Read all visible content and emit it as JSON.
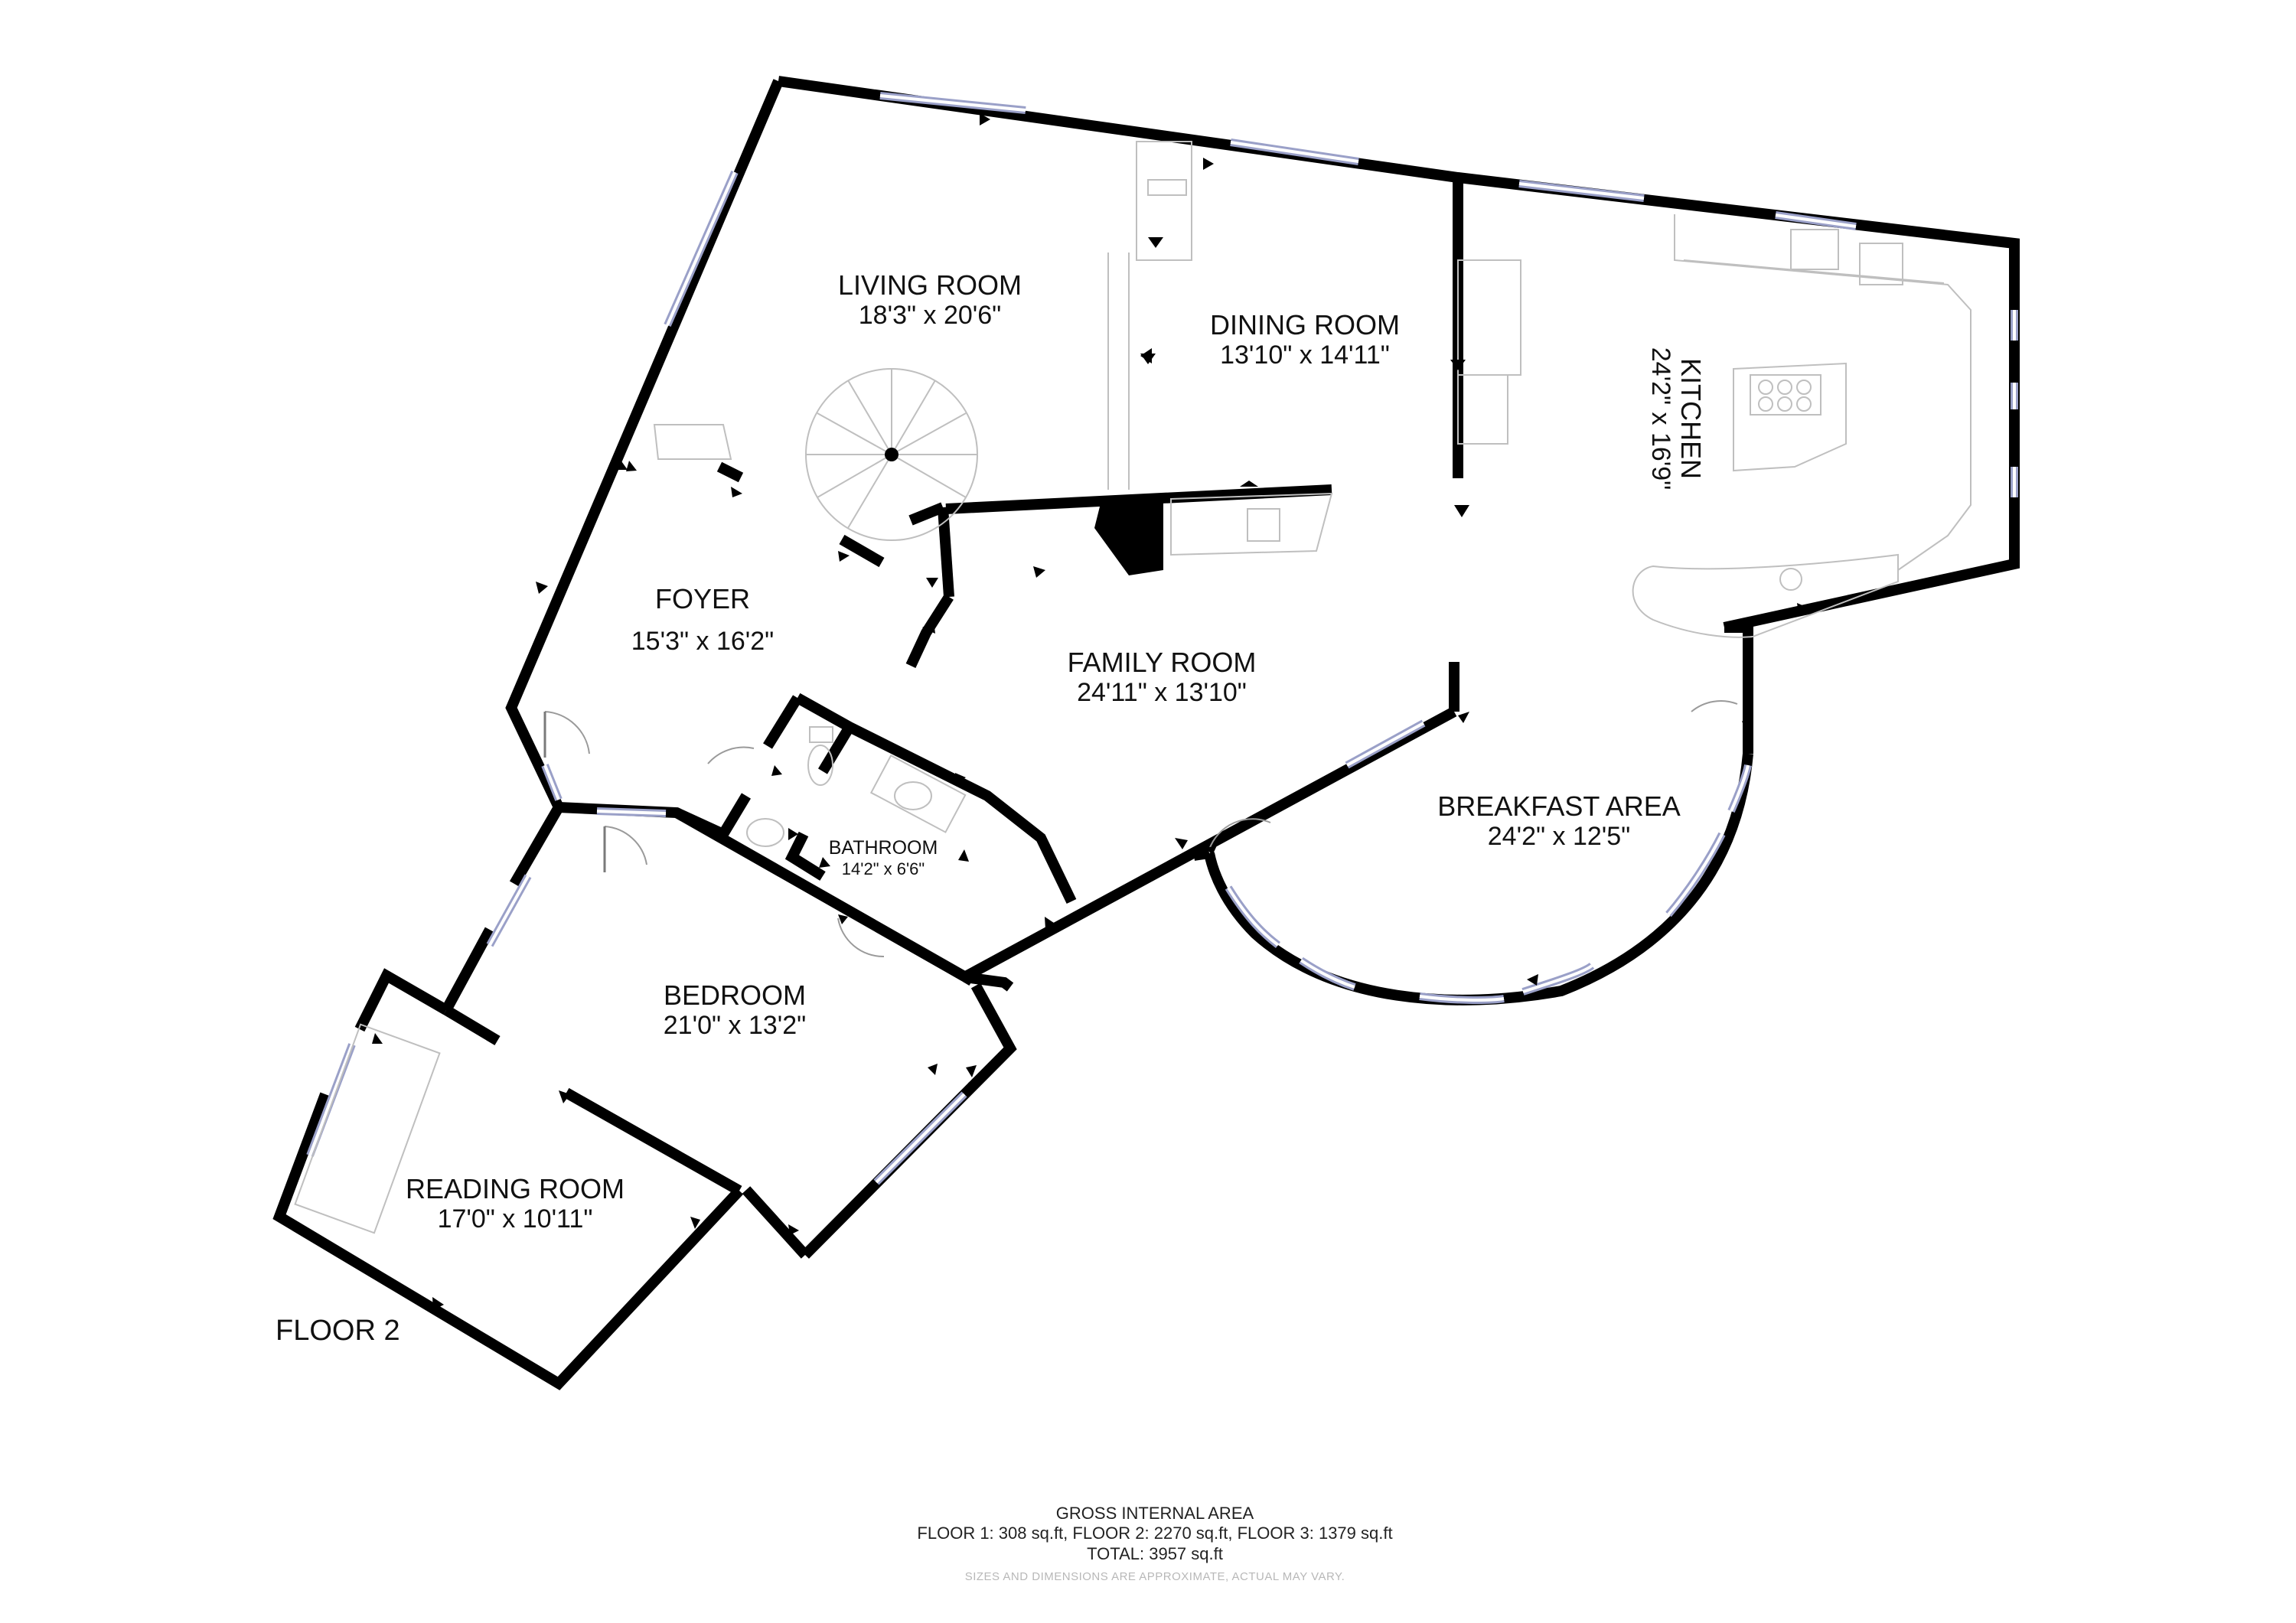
{
  "floor": {
    "label": "FLOOR 2"
  },
  "rooms": {
    "living_room": {
      "name": "LIVING ROOM",
      "dims": "18'3\" x 20'6\""
    },
    "dining_room": {
      "name": "DINING ROOM",
      "dims": "13'10\" x 14'11\""
    },
    "kitchen": {
      "name": "KITCHEN",
      "dims": "24'2\" x 16'9\""
    },
    "foyer": {
      "name": "FOYER",
      "dims": "15'3\" x 16'2\""
    },
    "family_room": {
      "name": "FAMILY ROOM",
      "dims": "24'11\" x 13'10\""
    },
    "breakfast_area": {
      "name": "BREAKFAST AREA",
      "dims": "24'2\" x 12'5\""
    },
    "bathroom": {
      "name": "BATHROOM",
      "dims": "14'2\" x 6'6\""
    },
    "bedroom": {
      "name": "BEDROOM",
      "dims": "21'0\" x 13'2\""
    },
    "reading_room": {
      "name": "READING ROOM",
      "dims": "17'0\" x 10'11\""
    }
  },
  "area_summary": {
    "heading": "GROSS INTERNAL AREA",
    "floors_line": "FLOOR 1: 308 sq.ft, FLOOR 2: 2270 sq.ft, FLOOR 3: 1379 sq.ft",
    "total_line": "TOTAL: 3957 sq.ft",
    "disclaimer": "SIZES AND DIMENSIONS ARE APPROXIMATE, ACTUAL MAY VARY."
  },
  "colors": {
    "wall": "#000000",
    "window": "#9aa0c8",
    "fixture": "#bfbfbf"
  }
}
